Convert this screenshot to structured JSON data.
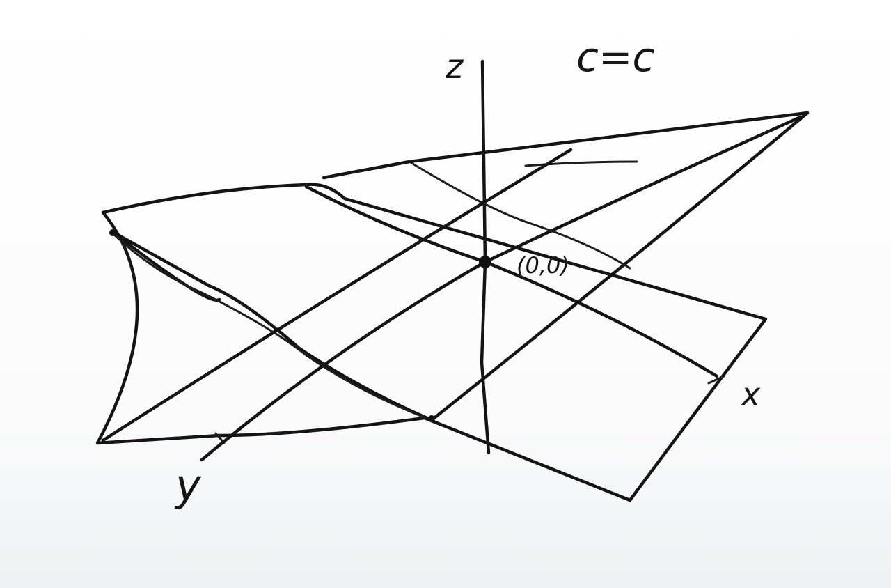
{
  "diagram": {
    "labels": {
      "z_axis": "z",
      "x_axis": "x",
      "y_axis": "y",
      "origin": "(0,0)",
      "equation": "c=c"
    },
    "elements": [
      {
        "id": "z-axis",
        "type": "axis"
      },
      {
        "id": "x-axis",
        "type": "axis"
      },
      {
        "id": "y-axis",
        "type": "axis"
      },
      {
        "id": "plane-a",
        "type": "plane"
      },
      {
        "id": "plane-b",
        "type": "plane"
      },
      {
        "id": "origin-point",
        "type": "point"
      }
    ],
    "ink_color": "#141414"
  }
}
